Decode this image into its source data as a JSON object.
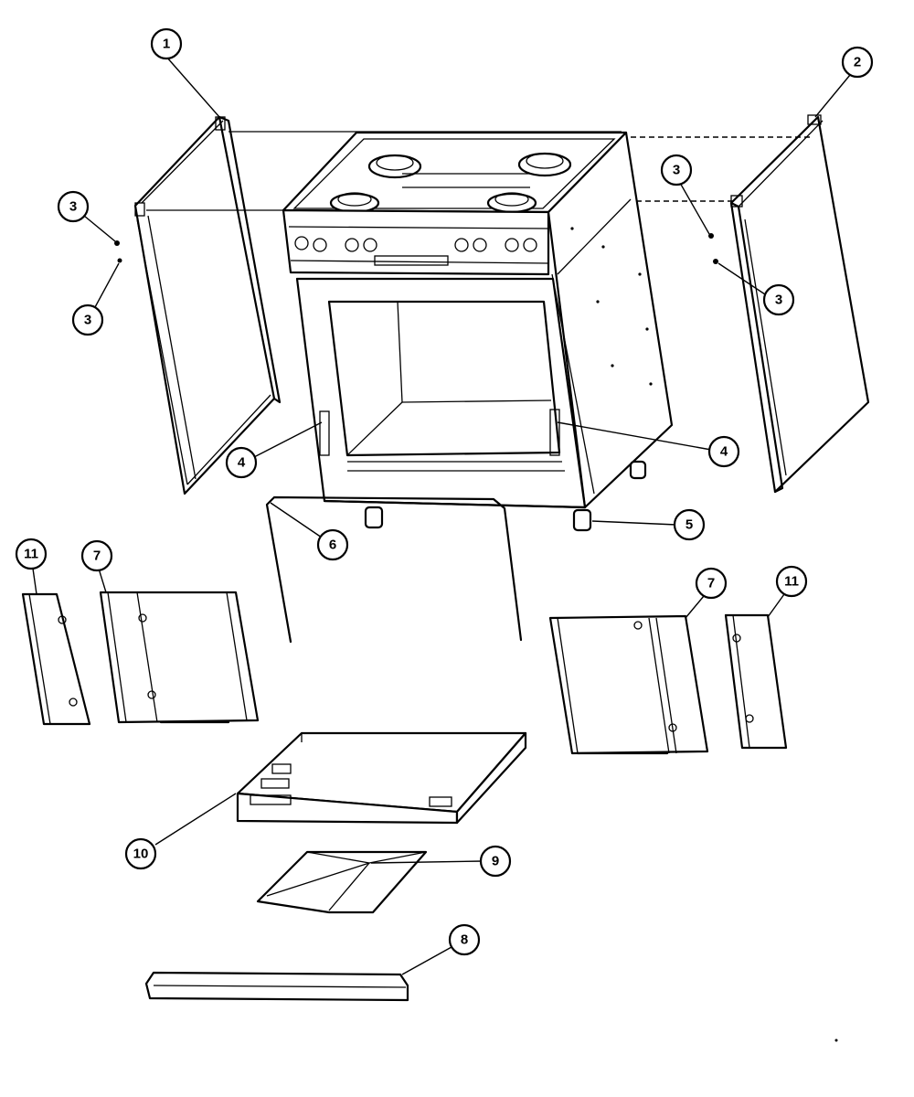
{
  "callouts": [
    {
      "id": "c1",
      "label": "1"
    },
    {
      "id": "c2",
      "label": "2"
    },
    {
      "id": "c3a",
      "label": "3"
    },
    {
      "id": "c3b",
      "label": "3"
    },
    {
      "id": "c3c",
      "label": "3"
    },
    {
      "id": "c3d",
      "label": "3"
    },
    {
      "id": "c4a",
      "label": "4"
    },
    {
      "id": "c4b",
      "label": "4"
    },
    {
      "id": "c5",
      "label": "5"
    },
    {
      "id": "c6",
      "label": "6"
    },
    {
      "id": "c7a",
      "label": "7"
    },
    {
      "id": "c7b",
      "label": "7"
    },
    {
      "id": "c8",
      "label": "8"
    },
    {
      "id": "c9",
      "label": "9"
    },
    {
      "id": "c10",
      "label": "10"
    },
    {
      "id": "c11a",
      "label": "11"
    },
    {
      "id": "c11b",
      "label": "11"
    }
  ]
}
